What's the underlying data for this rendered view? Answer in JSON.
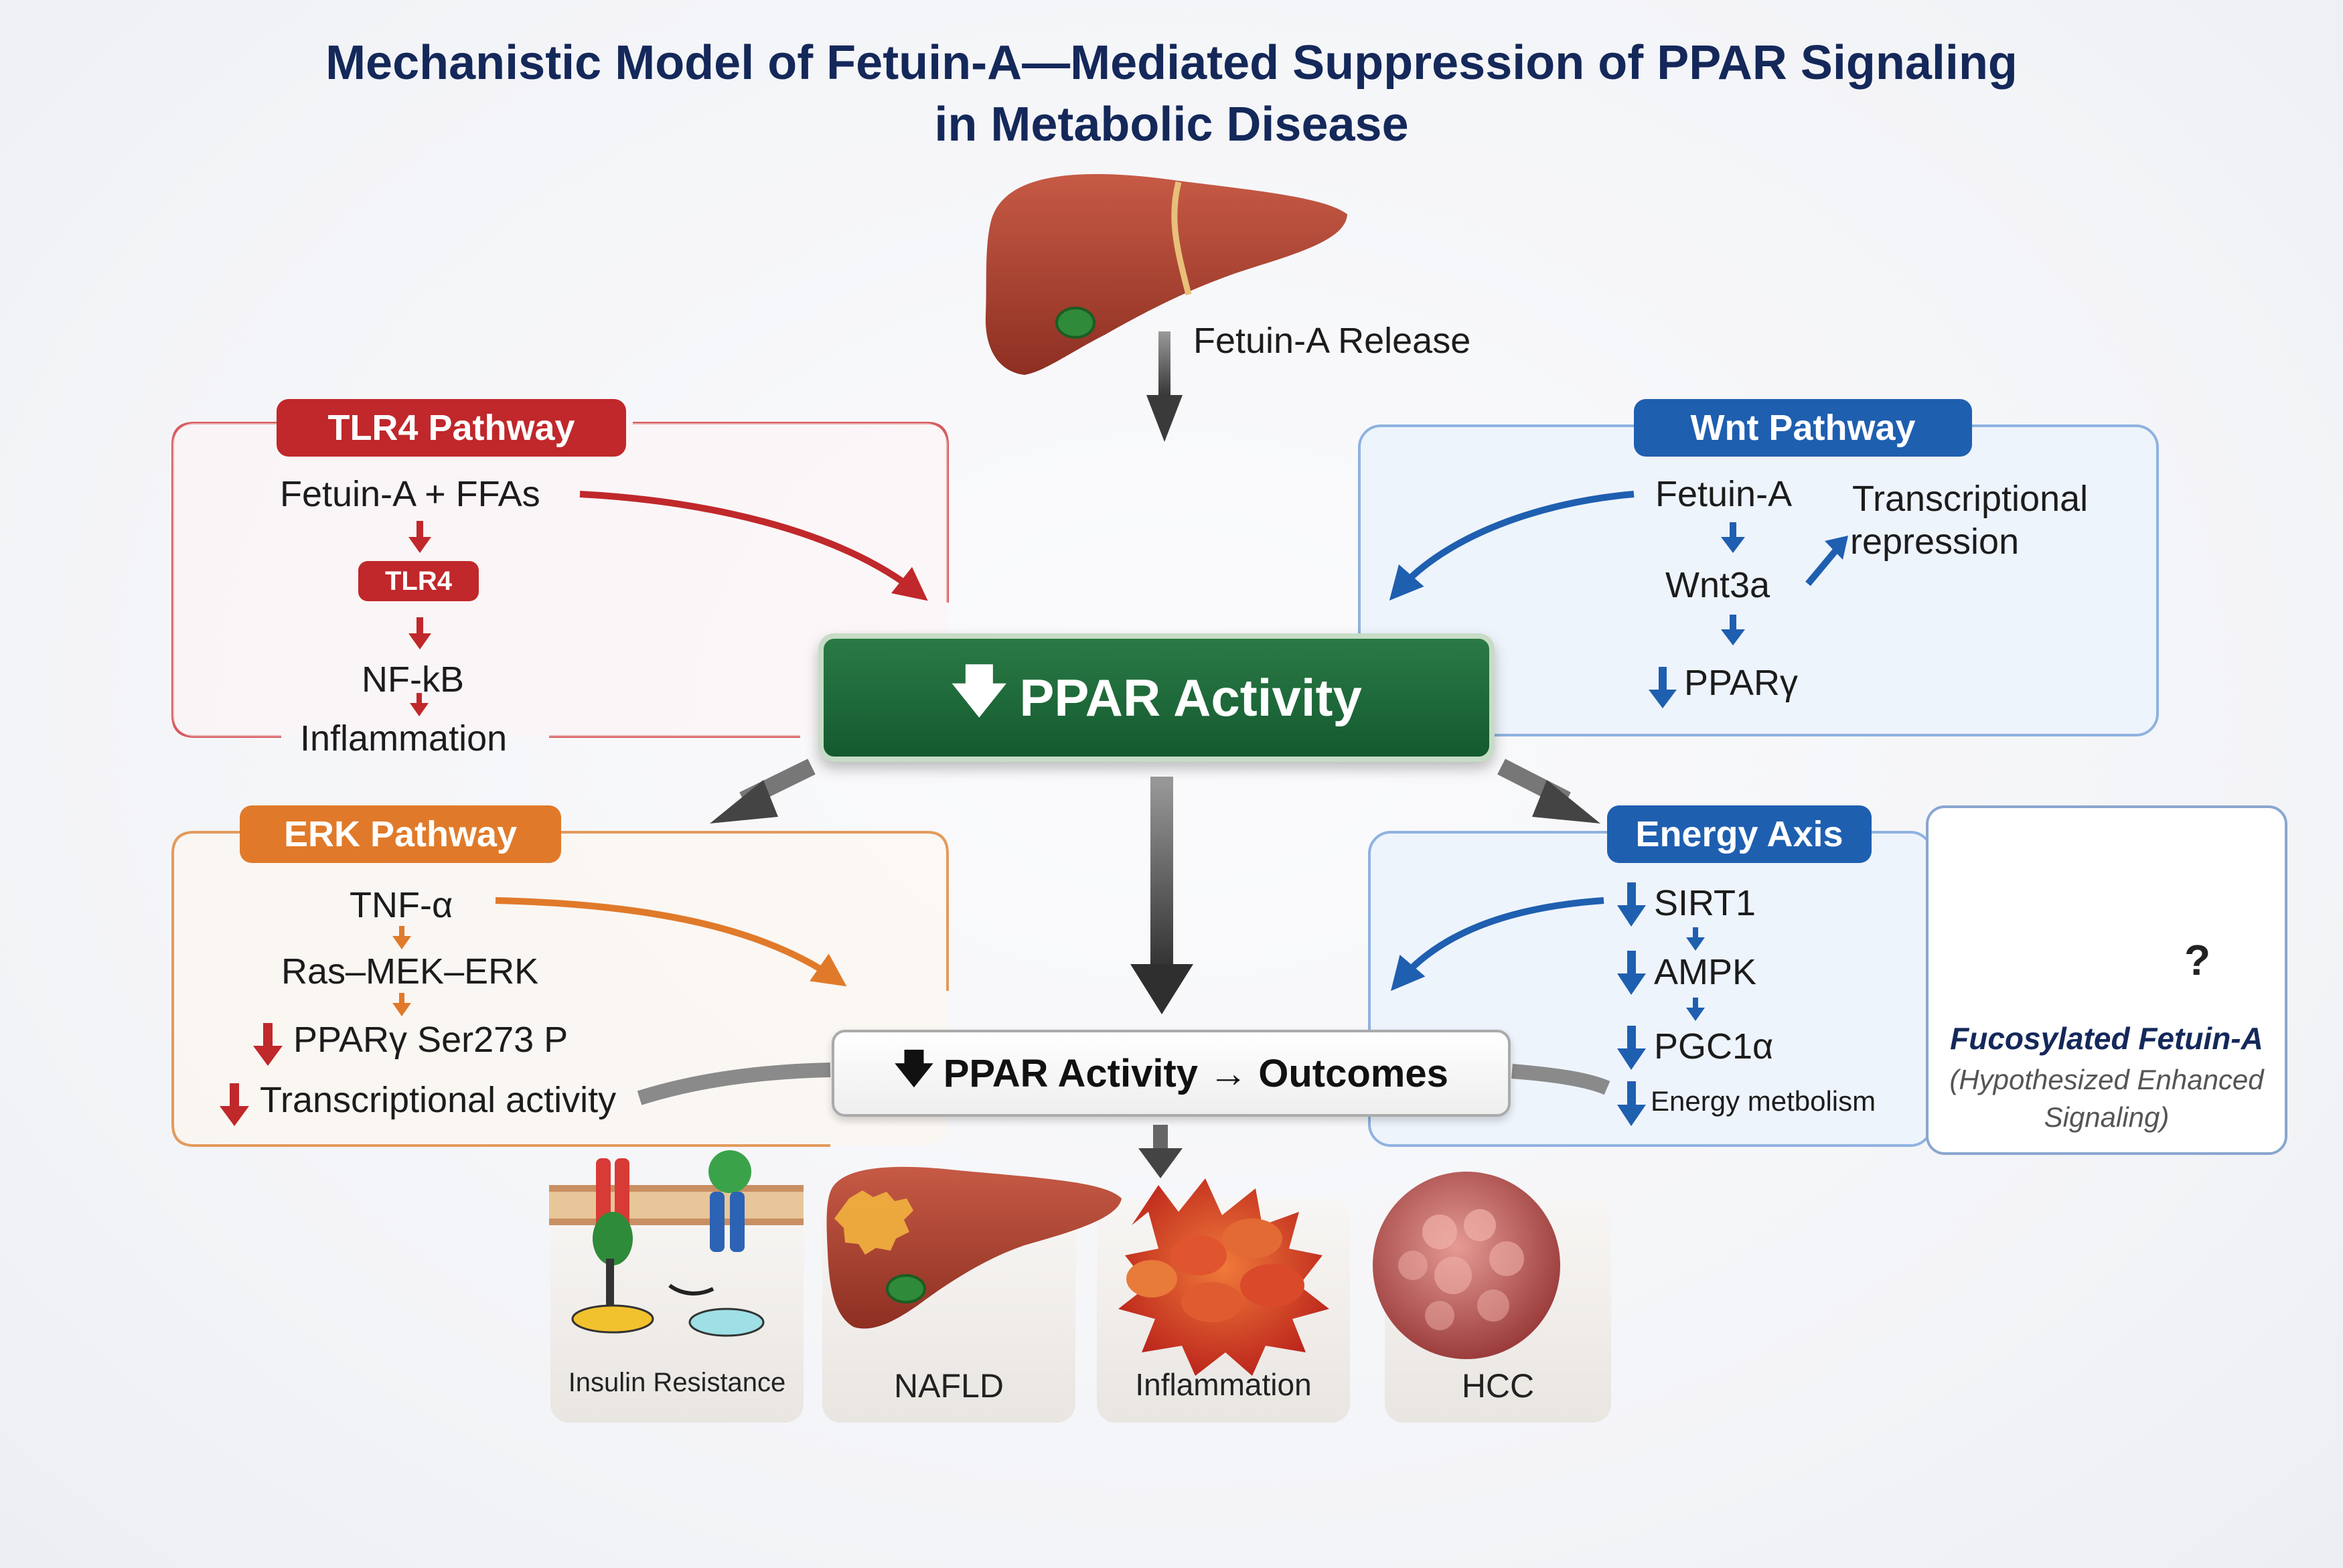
{
  "title": {
    "line1": "Mechanistic Model of Fetuin-A—Mediated Suppression of PPAR Signaling",
    "line2": "in Metabolic Disease"
  },
  "liver": {
    "label": "Fetuin-A Release"
  },
  "tlr4": {
    "header": "TLR4 Pathway",
    "step1": "Fetuin-A + FFAs",
    "receptor": "TLR4",
    "step3": "NF-kB",
    "step4": "Inflammation"
  },
  "wnt": {
    "header": "Wnt Pathway",
    "step1": "Fetuin-A",
    "step2": "Wnt3a",
    "step3": "PPARγ",
    "note_line1": "Transcriptional",
    "note_line2": "repression"
  },
  "center": {
    "label": "PPAR Activity"
  },
  "erk": {
    "header": "ERK Pathway",
    "step1": "TNF-α",
    "step2": "Ras–MEK–ERK",
    "step3": "PPARγ Ser273 P",
    "step4": "Transcriptional activity"
  },
  "energy": {
    "header": "Energy Axis",
    "step1": "SIRT1",
    "step2": "AMPK",
    "step3": "PGC1α",
    "step4": "Energy metbolism"
  },
  "fucosylated": {
    "title": "Fucosylated Fetuin-A",
    "sub1": "(Hypothesized Enhanced",
    "sub2": "Signaling)",
    "mark": "?"
  },
  "outcomes_box": {
    "label": "PPAR Activity → Outcomes"
  },
  "outcomes": [
    {
      "label": "Insulin Resistance"
    },
    {
      "label": "NAFLD"
    },
    {
      "label": "Inflammation"
    },
    {
      "label": "HCC"
    }
  ],
  "colors": {
    "title": "#14285a",
    "tlr4": "#c0282b",
    "wnt": "#1f5fb0",
    "erk": "#e07a2a",
    "energy": "#1f5fb0",
    "ppar_green": "#1b6a3a",
    "liver": "#a8402e"
  },
  "icons": [
    "down-arrow-icon",
    "up-arrow-icon",
    "liver-icon",
    "membrane-receptor-icon",
    "tumor-icon",
    "glycan-icon"
  ]
}
